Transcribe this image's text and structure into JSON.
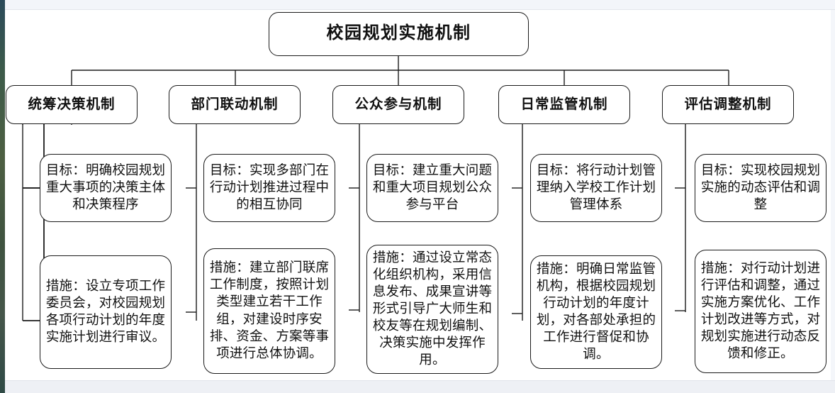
{
  "diagram": {
    "type": "org-tree",
    "root": {
      "label": "校园规划实施机制"
    },
    "row_labels": {
      "goal_prefix": "目标",
      "measure_prefix": "措施"
    },
    "branches": [
      {
        "category": "统筹决策机制",
        "goal": "目标：明确校园规划重大事项的决策主体和决策程序",
        "measure": "措施：设立专项工作委员会，对校园规划各项行动计划的年度实施计划进行审议。"
      },
      {
        "category": "部门联动机制",
        "goal": "目标：实现多部门在行动计划推进过程中的相互协同",
        "measure": "措施：建立部门联席工作制度，按照计划类型建立若干工作组，对建设时序安排、资金、方案等事项进行总体协调。"
      },
      {
        "category": "公众参与机制",
        "goal": "目标：建立重大问题和重大项目规划公众参与平台",
        "measure": "措施：通过设立常态化组织机构，采用信息发布、成果宣讲等形式引导广大师生和校友等在规划编制、决策实施中发挥作用。"
      },
      {
        "category": "日常监管机制",
        "goal": "目标：将行动计划管理纳入学校工作计划管理体系",
        "measure": "措施：明确日常监管机构，根据校园规划行动计划的年度计划，对各部处承担的工作进行督促和协调。"
      },
      {
        "category": "评估调整机制",
        "goal": "目标：实现校园规划实施的动态评估和调整",
        "measure": "措施：对行动计划进行评估和调整，通过实施方案优化、工作计划改进等方式，对规划实施进行动态反馈和修正。"
      }
    ],
    "colors": {
      "box_border": "#1a1a1a",
      "box_fill": "#ffffff",
      "connector": "#1b1b1b",
      "text": "#111111",
      "page_background": "#ffffff",
      "chrome_band": "#eef0f5"
    }
  }
}
